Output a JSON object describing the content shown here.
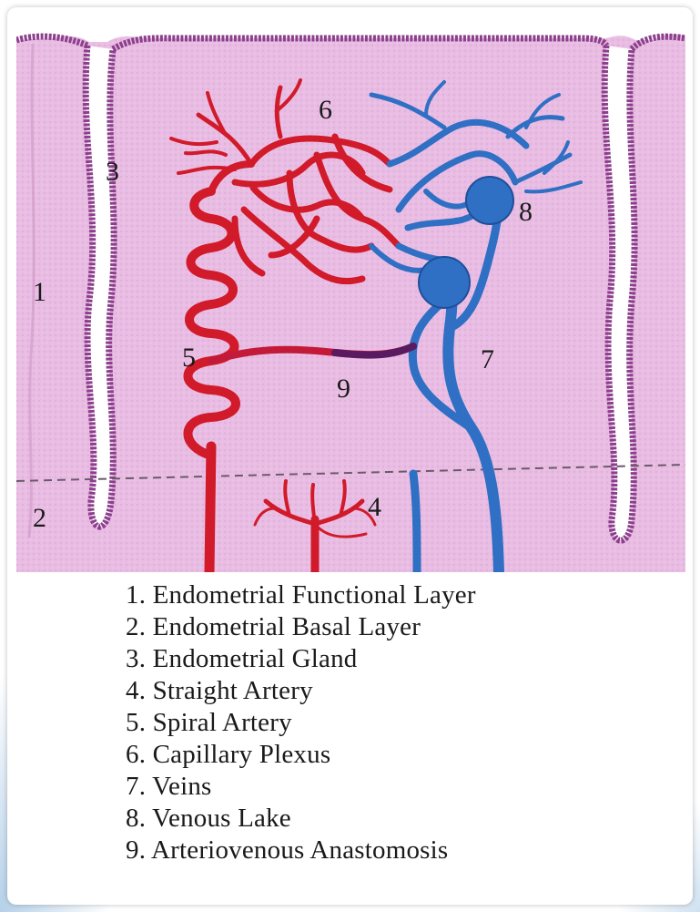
{
  "diagram": {
    "numbers": {
      "n1": "1",
      "n2": "2",
      "n3": "3",
      "n4": "4",
      "n5": "5",
      "n6": "6",
      "n7": "7",
      "n8": "8",
      "n9": "9"
    },
    "colors": {
      "tissue": "#e8b8e0",
      "gland": "#8c3f8c",
      "artery": "#d11a2a",
      "vein": "#2f6fc4",
      "anastomosis": "#5a1a60"
    }
  },
  "legend": [
    {
      "label": "1. Endometrial Functional Layer"
    },
    {
      "label": "2. Endometrial Basal Layer"
    },
    {
      "label": "3. Endometrial Gland"
    },
    {
      "label": "4. Straight Artery"
    },
    {
      "label": "5. Spiral Artery"
    },
    {
      "label": "6. Capillary Plexus"
    },
    {
      "label": "7. Veins"
    },
    {
      "label": "8. Venous Lake"
    },
    {
      "label": "9. Arteriovenous Anastomosis"
    }
  ]
}
